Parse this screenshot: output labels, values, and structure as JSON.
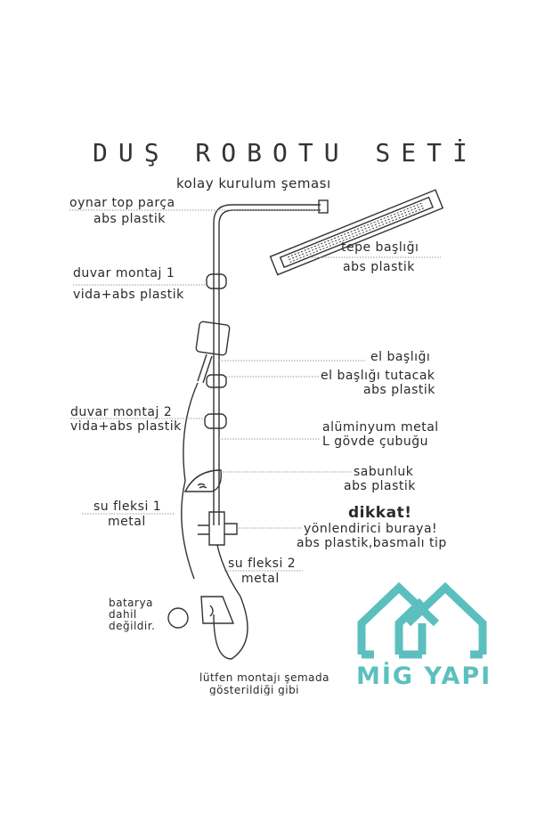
{
  "title": "DUŞ ROBOTU SETİ",
  "subtitle": "kolay kurulum şeması",
  "labels": {
    "oynar_top": "oynar top parça",
    "oynar_top_mat": "abs plastik",
    "tepe": "tepe başlığı",
    "tepe_mat": "abs plastik",
    "duvar1": "duvar montaj 1",
    "duvar1_mat": "vida+abs plastik",
    "el": "el başlığı",
    "tutacak": "el başlığı tutacak",
    "tutacak_mat": "abs plastik",
    "duvar2": "duvar montaj 2",
    "duvar2_mat": "vida+abs plastik",
    "govde1": "alüminyum metal",
    "govde2": "L gövde çubuğu",
    "sabunluk": "sabunluk",
    "sabunluk_mat": "abs plastik",
    "flex1": "su fleksi 1",
    "flex1_mat": "metal",
    "dikkat": "dikkat!",
    "yonlendirici": "yönlendirici buraya!",
    "yonlendirici_mat": "abs plastik,basmalı tip",
    "flex2": "su fleksi 2",
    "flex2_mat": "metal",
    "batarya1": "batarya",
    "batarya2": "dahil",
    "batarya3": "değildir.",
    "note1": "lütfen montajı şemada",
    "note2": "gösterildiği gibi"
  },
  "logo": {
    "text": "MİG YAPI",
    "color": "#5bbfbf"
  }
}
